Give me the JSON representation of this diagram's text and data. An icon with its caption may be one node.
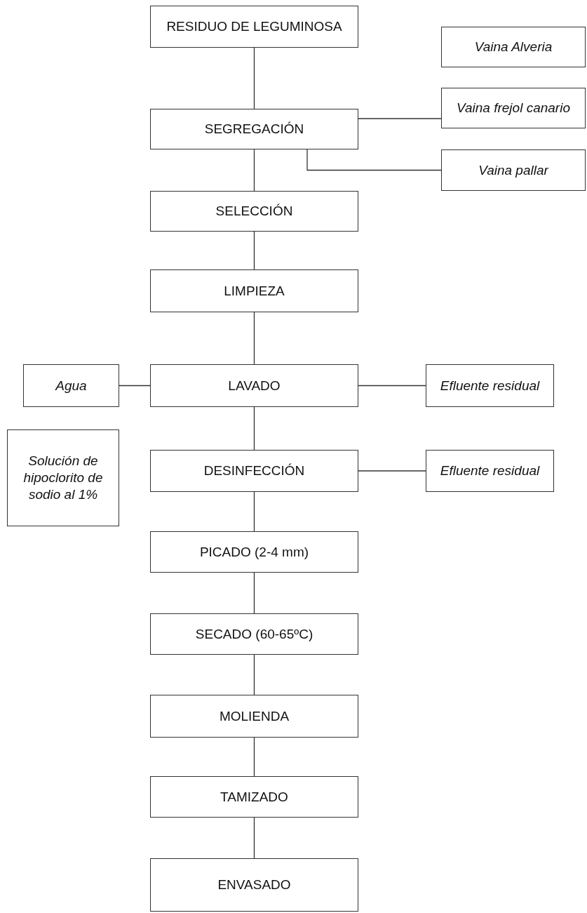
{
  "diagram": {
    "nodes": [
      {
        "text": [
          "RESIDUO DE LEGUMINOSA"
        ]
      },
      {
        "text": [
          "Vaina Alveria"
        ]
      },
      {
        "text": [
          "SEGREGACIÓN"
        ]
      },
      {
        "text": [
          "Vaina frejol canario"
        ]
      },
      {
        "text": [
          "Vaina pallar"
        ]
      },
      {
        "text": [
          "SELECCIÓN"
        ]
      },
      {
        "text": [
          "LIMPIEZA"
        ]
      },
      {
        "text": [
          "Agua"
        ]
      },
      {
        "text": [
          "LAVADO"
        ]
      },
      {
        "text": [
          "Efluente residual"
        ]
      },
      {
        "text": [
          "Solución de hipoclorito de sodio al 1%"
        ]
      },
      {
        "text": [
          "DESINFECCIÓN"
        ]
      },
      {
        "text": [
          "Efluente residual"
        ]
      },
      {
        "text": [
          "PICADO (2-4 mm)"
        ]
      },
      {
        "text": [
          "SECADO (60-65ºC)"
        ]
      },
      {
        "text": [
          "MOLIENDA"
        ]
      },
      {
        "text": [
          "TAMIZADO"
        ]
      },
      {
        "text": [
          "ENVASADO"
        ]
      }
    ],
    "edges": [
      {
        "from": 0,
        "to": 2,
        "arrow": "none"
      },
      {
        "from": 2,
        "to": 3,
        "arrow": "none"
      },
      {
        "from": 2,
        "to": 4,
        "arrow": "none"
      },
      {
        "from": 2,
        "to": 5,
        "arrow": "none"
      },
      {
        "from": 5,
        "to": 6,
        "arrow": "none"
      },
      {
        "from": 6,
        "to": 8,
        "arrow": "none"
      },
      {
        "from": 7,
        "to": 8,
        "arrow": "none"
      },
      {
        "from": 8,
        "to": 9,
        "arrow": "none"
      },
      {
        "from": 8,
        "to": 11,
        "arrow": "none"
      },
      {
        "from": 11,
        "to": 12,
        "arrow": "none"
      },
      {
        "from": 11,
        "to": 13,
        "arrow": "none"
      },
      {
        "from": 13,
        "to": 14,
        "arrow": "none"
      },
      {
        "from": 14,
        "to": 15,
        "arrow": "none"
      },
      {
        "from": 15,
        "to": 16,
        "arrow": "none"
      },
      {
        "from": 16,
        "to": 17,
        "arrow": "none"
      }
    ]
  }
}
